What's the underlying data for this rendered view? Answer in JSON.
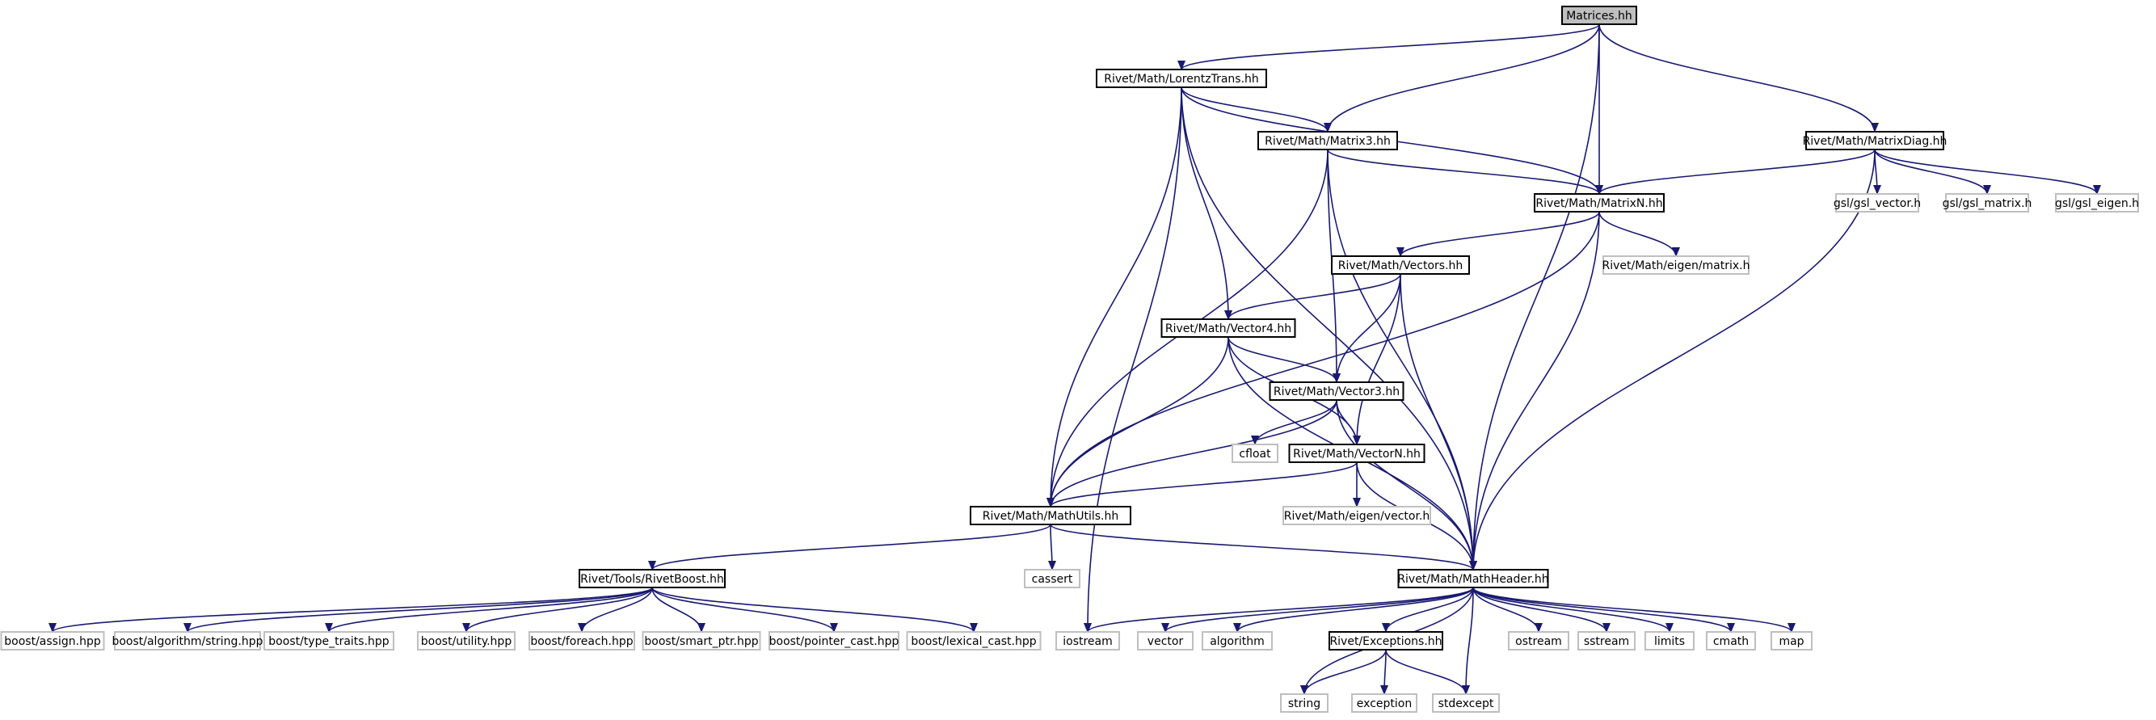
{
  "diagram": {
    "colors": {
      "edge": "#191970",
      "root_fill": "#bfbfbf",
      "file_border": "#000000",
      "external_border": "#bfbfbf",
      "text": "#000000"
    },
    "nodes": [
      {
        "id": "matrices",
        "label": "Matrices.hh",
        "kind": "root"
      },
      {
        "id": "lorentz",
        "label": "Rivet/Math/LorentzTrans.hh",
        "kind": "file"
      },
      {
        "id": "matrix3",
        "label": "Rivet/Math/Matrix3.hh",
        "kind": "file"
      },
      {
        "id": "matrixdiag",
        "label": "Rivet/Math/MatrixDiag.hh",
        "kind": "file"
      },
      {
        "id": "matrixn",
        "label": "Rivet/Math/MatrixN.hh",
        "kind": "file"
      },
      {
        "id": "gsl_vector",
        "label": "gsl/gsl_vector.h",
        "kind": "external"
      },
      {
        "id": "gsl_matrix",
        "label": "gsl/gsl_matrix.h",
        "kind": "external"
      },
      {
        "id": "gsl_eigen",
        "label": "gsl/gsl_eigen.h",
        "kind": "external"
      },
      {
        "id": "vectors",
        "label": "Rivet/Math/Vectors.hh",
        "kind": "file"
      },
      {
        "id": "eigen_matrix",
        "label": "Rivet/Math/eigen/matrix.h",
        "kind": "external"
      },
      {
        "id": "vector4",
        "label": "Rivet/Math/Vector4.hh",
        "kind": "file"
      },
      {
        "id": "vector3",
        "label": "Rivet/Math/Vector3.hh",
        "kind": "file"
      },
      {
        "id": "cfloat",
        "label": "cfloat",
        "kind": "external"
      },
      {
        "id": "vectorn",
        "label": "Rivet/Math/VectorN.hh",
        "kind": "file"
      },
      {
        "id": "eigen_vector",
        "label": "Rivet/Math/eigen/vector.h",
        "kind": "external"
      },
      {
        "id": "mathutils",
        "label": "Rivet/Math/MathUtils.hh",
        "kind": "file"
      },
      {
        "id": "cassert",
        "label": "cassert",
        "kind": "external"
      },
      {
        "id": "rivetboost",
        "label": "Rivet/Tools/RivetBoost.hh",
        "kind": "file"
      },
      {
        "id": "mathheader",
        "label": "Rivet/Math/MathHeader.hh",
        "kind": "file"
      },
      {
        "id": "b_assign",
        "label": "boost/assign.hpp",
        "kind": "external"
      },
      {
        "id": "b_algstring",
        "label": "boost/algorithm/string.hpp",
        "kind": "external"
      },
      {
        "id": "b_typetraits",
        "label": "boost/type_traits.hpp",
        "kind": "external"
      },
      {
        "id": "b_utility",
        "label": "boost/utility.hpp",
        "kind": "external"
      },
      {
        "id": "b_foreach",
        "label": "boost/foreach.hpp",
        "kind": "external"
      },
      {
        "id": "b_smartptr",
        "label": "boost/smart_ptr.hpp",
        "kind": "external"
      },
      {
        "id": "b_pointercast",
        "label": "boost/pointer_cast.hpp",
        "kind": "external"
      },
      {
        "id": "b_lexicalcast",
        "label": "boost/lexical_cast.hpp",
        "kind": "external"
      },
      {
        "id": "iostream",
        "label": "iostream",
        "kind": "external"
      },
      {
        "id": "vector",
        "label": "vector",
        "kind": "external"
      },
      {
        "id": "algorithm",
        "label": "algorithm",
        "kind": "external"
      },
      {
        "id": "exceptions",
        "label": "Rivet/Exceptions.hh",
        "kind": "file"
      },
      {
        "id": "ostream",
        "label": "ostream",
        "kind": "external"
      },
      {
        "id": "sstream",
        "label": "sstream",
        "kind": "external"
      },
      {
        "id": "limits",
        "label": "limits",
        "kind": "external"
      },
      {
        "id": "cmath",
        "label": "cmath",
        "kind": "external"
      },
      {
        "id": "map",
        "label": "map",
        "kind": "external"
      },
      {
        "id": "string",
        "label": "string",
        "kind": "external"
      },
      {
        "id": "exception",
        "label": "exception",
        "kind": "external"
      },
      {
        "id": "stdexcept",
        "label": "stdexcept",
        "kind": "external"
      }
    ],
    "edges": [
      {
        "from": "matrices",
        "to": "lorentz"
      },
      {
        "from": "matrices",
        "to": "matrix3"
      },
      {
        "from": "matrices",
        "to": "matrixn"
      },
      {
        "from": "matrices",
        "to": "matrixdiag"
      },
      {
        "from": "matrices",
        "to": "mathheader"
      },
      {
        "from": "lorentz",
        "to": "matrix3"
      },
      {
        "from": "lorentz",
        "to": "matrixn"
      },
      {
        "from": "lorentz",
        "to": "vector4"
      },
      {
        "from": "lorentz",
        "to": "mathutils"
      },
      {
        "from": "lorentz",
        "to": "iostream"
      },
      {
        "from": "lorentz",
        "to": "mathheader"
      },
      {
        "from": "matrix3",
        "to": "matrixn"
      },
      {
        "from": "matrix3",
        "to": "vector3"
      },
      {
        "from": "matrix3",
        "to": "mathutils"
      },
      {
        "from": "matrix3",
        "to": "mathheader"
      },
      {
        "from": "matrixdiag",
        "to": "matrixn"
      },
      {
        "from": "matrixdiag",
        "to": "gsl_vector"
      },
      {
        "from": "matrixdiag",
        "to": "gsl_matrix"
      },
      {
        "from": "matrixdiag",
        "to": "gsl_eigen"
      },
      {
        "from": "matrixdiag",
        "to": "mathheader"
      },
      {
        "from": "matrixn",
        "to": "vectors"
      },
      {
        "from": "matrixn",
        "to": "eigen_matrix"
      },
      {
        "from": "matrixn",
        "to": "mathutils"
      },
      {
        "from": "matrixn",
        "to": "mathheader"
      },
      {
        "from": "vectors",
        "to": "vector4"
      },
      {
        "from": "vectors",
        "to": "vector3"
      },
      {
        "from": "vectors",
        "to": "vectorn"
      },
      {
        "from": "vectors",
        "to": "mathheader"
      },
      {
        "from": "vector4",
        "to": "vector3"
      },
      {
        "from": "vector4",
        "to": "vectorn"
      },
      {
        "from": "vector4",
        "to": "mathutils"
      },
      {
        "from": "vector4",
        "to": "mathheader"
      },
      {
        "from": "vector3",
        "to": "cfloat"
      },
      {
        "from": "vector3",
        "to": "vectorn"
      },
      {
        "from": "vector3",
        "to": "mathutils"
      },
      {
        "from": "vector3",
        "to": "mathheader"
      },
      {
        "from": "vectorn",
        "to": "eigen_vector"
      },
      {
        "from": "vectorn",
        "to": "mathutils"
      },
      {
        "from": "vectorn",
        "to": "mathheader"
      },
      {
        "from": "mathutils",
        "to": "cassert"
      },
      {
        "from": "mathutils",
        "to": "rivetboost"
      },
      {
        "from": "mathutils",
        "to": "mathheader"
      },
      {
        "from": "rivetboost",
        "to": "b_assign"
      },
      {
        "from": "rivetboost",
        "to": "b_algstring"
      },
      {
        "from": "rivetboost",
        "to": "b_typetraits"
      },
      {
        "from": "rivetboost",
        "to": "b_utility"
      },
      {
        "from": "rivetboost",
        "to": "b_foreach"
      },
      {
        "from": "rivetboost",
        "to": "b_smartptr"
      },
      {
        "from": "rivetboost",
        "to": "b_pointercast"
      },
      {
        "from": "rivetboost",
        "to": "b_lexicalcast"
      },
      {
        "from": "mathheader",
        "to": "iostream"
      },
      {
        "from": "mathheader",
        "to": "vector"
      },
      {
        "from": "mathheader",
        "to": "algorithm"
      },
      {
        "from": "mathheader",
        "to": "string"
      },
      {
        "from": "mathheader",
        "to": "exceptions"
      },
      {
        "from": "mathheader",
        "to": "stdexcept"
      },
      {
        "from": "mathheader",
        "to": "ostream"
      },
      {
        "from": "mathheader",
        "to": "sstream"
      },
      {
        "from": "mathheader",
        "to": "limits"
      },
      {
        "from": "mathheader",
        "to": "cmath"
      },
      {
        "from": "mathheader",
        "to": "map"
      },
      {
        "from": "exceptions",
        "to": "string"
      },
      {
        "from": "exceptions",
        "to": "exception"
      },
      {
        "from": "exceptions",
        "to": "stdexcept"
      }
    ]
  }
}
